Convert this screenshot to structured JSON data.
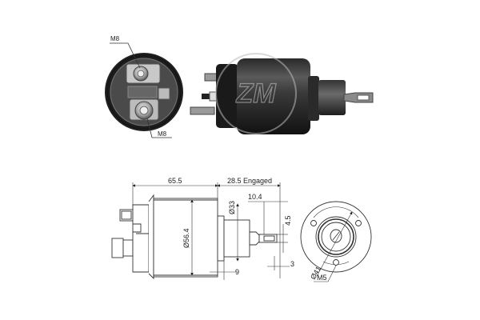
{
  "photo": {
    "end_view_labels": {
      "top_terminal": "M8",
      "bottom_terminal": "M8"
    },
    "watermark": "ZM"
  },
  "drawing": {
    "side_view": {
      "body_length": "65.5",
      "stroke": "28.5 Engaged",
      "plunger_diameter": "Ø33",
      "body_diameter": "Ø56.4",
      "eyelet_length": "10.4",
      "eyelet_width": "4.5",
      "eyelet_thickness": "3",
      "flange_offset": "9"
    },
    "end_view": {
      "bolt_circle": "Ø41",
      "mount_thread": "M5"
    }
  }
}
